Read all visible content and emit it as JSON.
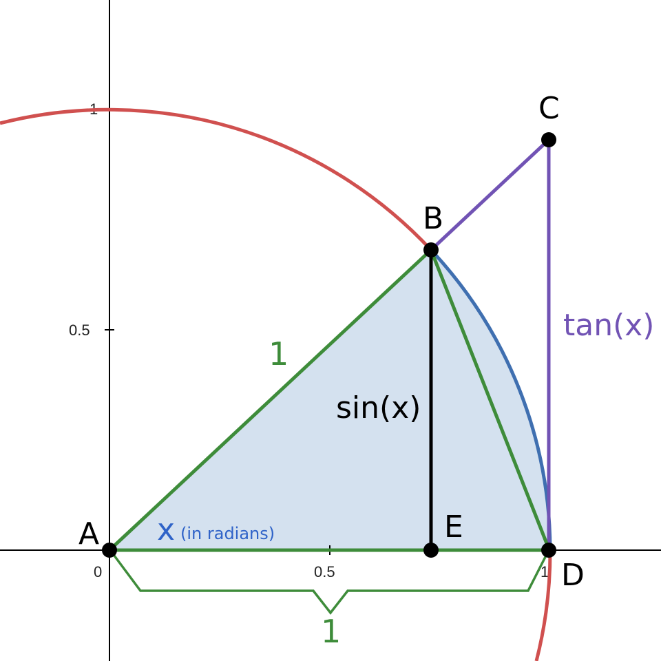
{
  "axes": {
    "x_ticks": {
      "origin": "0",
      "half": "0.5",
      "one": "1"
    },
    "y_ticks": {
      "half": "0.5",
      "one": "1"
    }
  },
  "points": {
    "A": "A",
    "B": "B",
    "C": "C",
    "D": "D",
    "E": "E"
  },
  "labels": {
    "radius": "1",
    "sin": "sin(x)",
    "tan": "tan(x)",
    "angle": "x",
    "angle_note": "(in radians)",
    "brace": "1"
  },
  "colors": {
    "circle": "#d0504f",
    "arc": "#3f6fb0",
    "triangle": "#3e8c3a",
    "tangent": "#7153b4",
    "fill": "#d4e1ef",
    "angle_label": "#2f63c8",
    "black": "#000000"
  }
}
